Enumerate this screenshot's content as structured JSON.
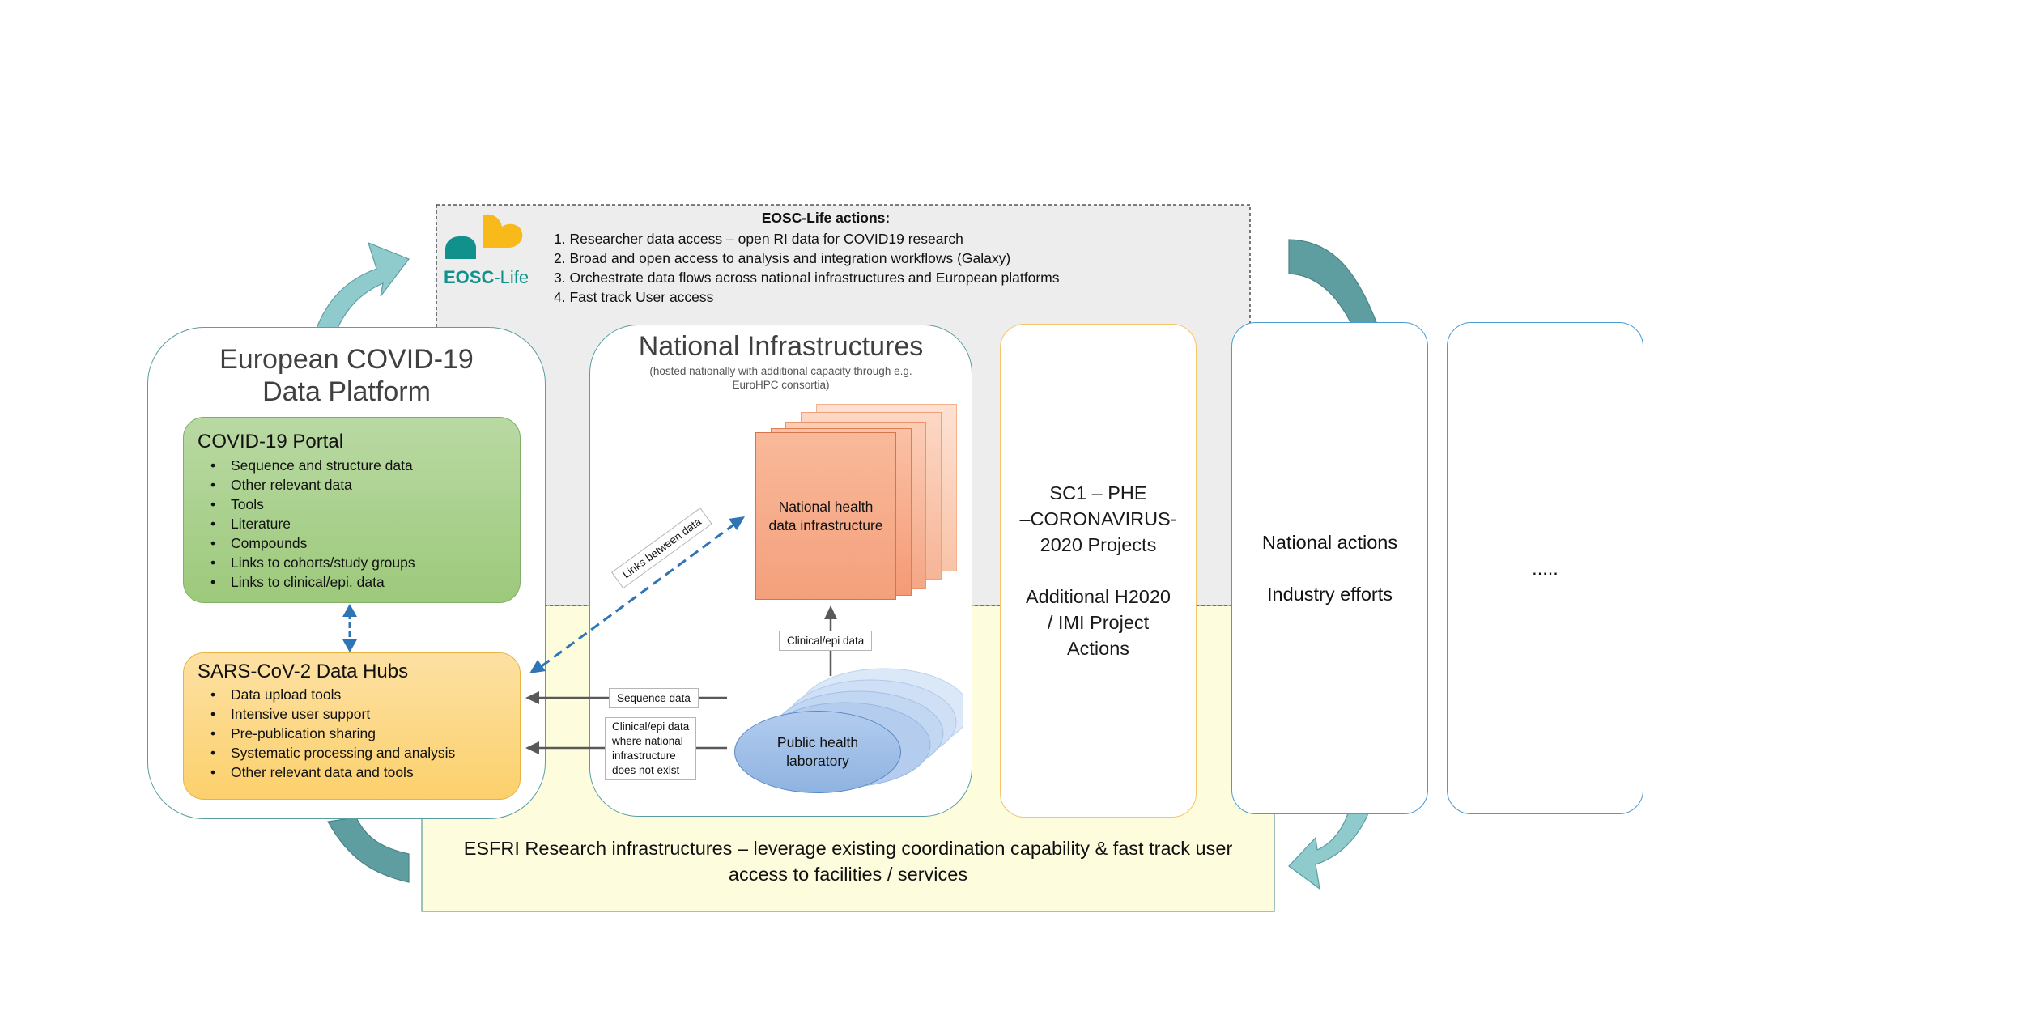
{
  "colors": {
    "teal_arrow": "#86c5c8",
    "teal_dark": "#5a9ea1",
    "eosc_teal": "#11918b",
    "eosc_orange": "#f8b91b",
    "portal_green": "#a3cc84",
    "hubs_orange": "#fcd37a",
    "national_orange": "#f5a37f",
    "lab_blue": "#9dbce4",
    "link_blue": "#2f75b5",
    "esfri_yellow": "#fdfcdc"
  },
  "eosc": {
    "logo_text_a": "EOSC",
    "logo_text_b": "-Life",
    "title": "EOSC-Life actions:",
    "items": [
      "1. Researcher data access – open RI data for COVID19 research",
      "2. Broad and open access to analysis and integration workflows (Galaxy)",
      "3. Orchestrate data flows across national infrastructures and European platforms",
      "4. Fast track User access"
    ]
  },
  "platform": {
    "title_line1": "European COVID-19",
    "title_line2": "Data Platform",
    "portal": {
      "title": "COVID-19 Portal",
      "items": [
        "Sequence and structure data",
        "Other relevant data",
        "Tools",
        "Literature",
        "Compounds",
        "Links to cohorts/study groups",
        "Links to clinical/epi. data"
      ]
    },
    "hubs": {
      "title": "SARS-CoV-2 Data Hubs",
      "items": [
        "Data upload tools",
        "Intensive user support",
        "Pre-publication sharing",
        "Systematic processing and analysis",
        "Other relevant data and tools"
      ]
    }
  },
  "national": {
    "title": "National Infrastructures",
    "subtitle_line1": "(hosted nationally with additional capacity through e.g.",
    "subtitle_line2": "EuroHPC consortia)",
    "health_infra_line1": "National health",
    "health_infra_line2": "data infrastructure",
    "clinical_epi_label": "Clinical/epi data",
    "links_label": "Links between data",
    "sequence_label": "Sequence data",
    "clinical_note": [
      "Clinical/epi data",
      "where national",
      "infrastructure",
      "does not exist"
    ],
    "lab_line1": "Public health",
    "lab_line2": "laboratory"
  },
  "sc1": {
    "lines": [
      "SC1 – PHE",
      "–CORONAVIRUS-",
      "2020  Projects",
      "",
      "Additional H2020",
      "/ IMI  Project",
      "Actions"
    ]
  },
  "national_actions": {
    "line1": "National actions",
    "line2": "Industry efforts"
  },
  "more": {
    "text": "....."
  },
  "esfri": {
    "line1": "ESFRI Research infrastructures – leverage existing coordination capability & fast track user",
    "line2": "access to facilities / services"
  }
}
